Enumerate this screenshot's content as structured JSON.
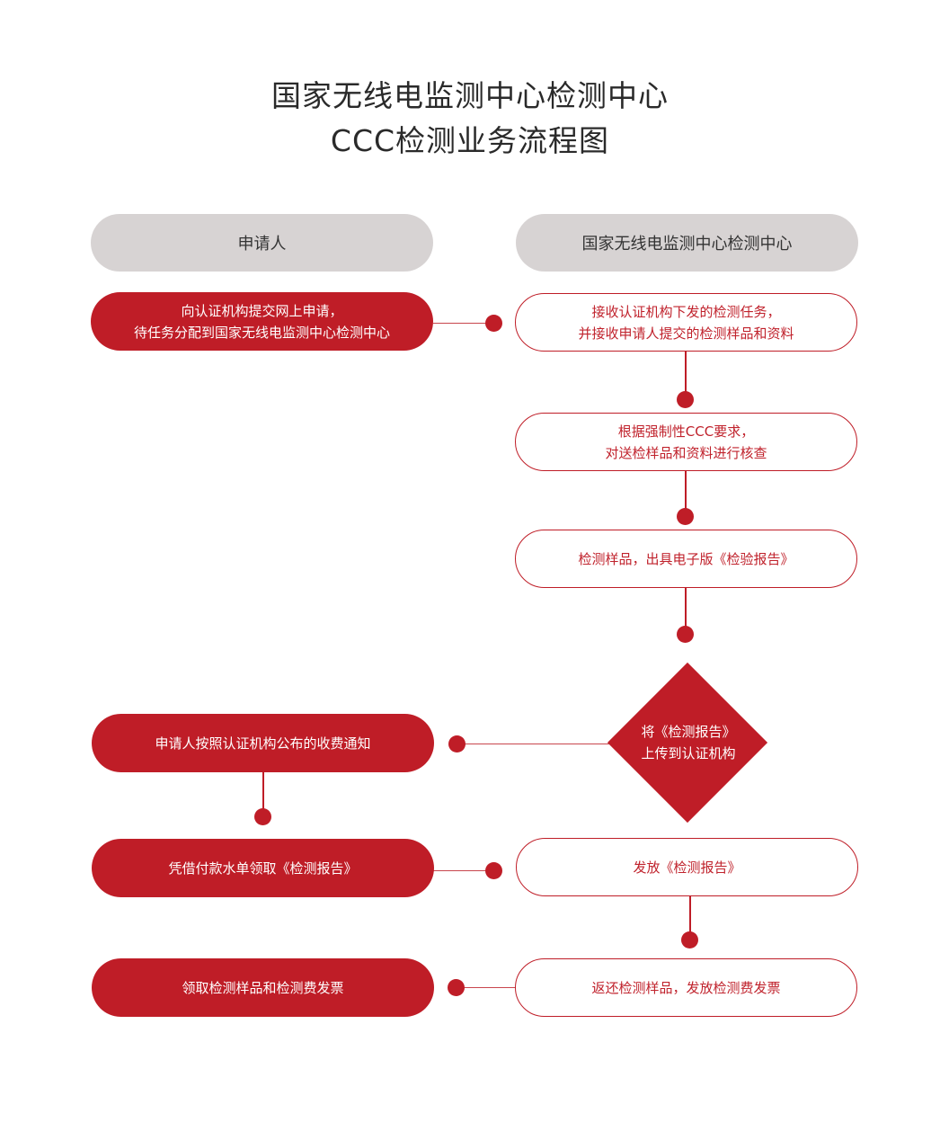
{
  "title": {
    "line1": "国家无线电监测中心检测中心",
    "line2": "CCC检测业务流程图"
  },
  "lanes": {
    "left": "申请人",
    "right": "国家无线电监测中心检测中心"
  },
  "steps": {
    "apply": [
      "向认证机构提交网上申请，",
      "待任务分配到国家无线电监测中心检测中心"
    ],
    "receive": [
      "接收认证机构下发的检测任务，",
      "并接收申请人提交的检测样品和资料"
    ],
    "verify": [
      "根据强制性CCC要求，",
      "对送检样品和资料进行核查"
    ],
    "test": "检测样品，出具电子版《检验报告》",
    "upload": [
      "将《检测报告》",
      "上传到认证机构"
    ],
    "fee_notice": "申请人按照认证机构公布的收费通知",
    "collect_report": "凭借付款水单领取《检测报告》",
    "issue_report": "发放《检测报告》",
    "collect_samples": "领取检测样品和检测费发票",
    "return_samples": "返还检测样品，发放检测费发票"
  },
  "colors": {
    "accent": "#bf1d27",
    "lane_header": "#d7d3d3"
  }
}
